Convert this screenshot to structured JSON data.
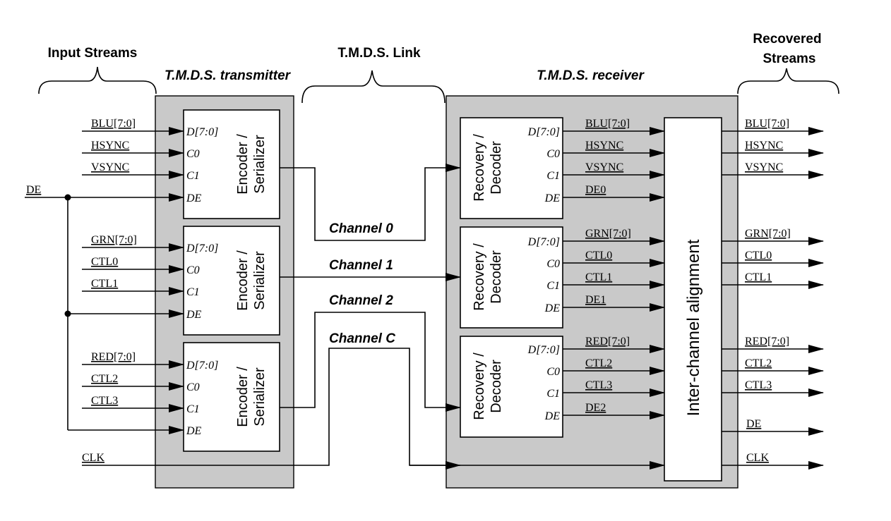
{
  "headers": {
    "input_streams": "Input Streams",
    "transmitter": "T.M.D.S. transmitter",
    "link": "T.M.D.S. Link",
    "receiver": "T.M.D.S. receiver",
    "recovered_line1": "Recovered",
    "recovered_line2": "Streams"
  },
  "tx_blocks": [
    {
      "line1": "Encoder /",
      "line2": "Serializer",
      "ports": [
        "D[7:0]",
        "C0",
        "C1",
        "DE"
      ]
    },
    {
      "line1": "Encoder /",
      "line2": "Serializer",
      "ports": [
        "D[7:0]",
        "C0",
        "C1",
        "DE"
      ]
    },
    {
      "line1": "Encoder /",
      "line2": "Serializer",
      "ports": [
        "D[7:0]",
        "C0",
        "C1",
        "DE"
      ]
    }
  ],
  "rx_blocks": [
    {
      "line1": "Recovery /",
      "line2": "Decoder",
      "ports": [
        "D[7:0]",
        "C0",
        "C1",
        "DE"
      ]
    },
    {
      "line1": "Recovery /",
      "line2": "Decoder",
      "ports": [
        "D[7:0]",
        "C0",
        "C1",
        "DE"
      ]
    },
    {
      "line1": "Recovery /",
      "line2": "Decoder",
      "ports": [
        "D[7:0]",
        "C0",
        "C1",
        "DE"
      ]
    }
  ],
  "input_signals": [
    [
      "BLU[7:0]",
      "HSYNC",
      "VSYNC"
    ],
    [
      "GRN[7:0]",
      "CTL0",
      "CTL1"
    ],
    [
      "RED[7:0]",
      "CTL2",
      "CTL3"
    ]
  ],
  "de_label": "DE",
  "clk_label": "CLK",
  "rx_signals": [
    [
      "BLU[7:0]",
      "HSYNC",
      "VSYNC",
      "DE0"
    ],
    [
      "GRN[7:0]",
      "CTL0",
      "CTL1",
      "DE1"
    ],
    [
      "RED[7:0]",
      "CTL2",
      "CTL3",
      "DE2"
    ]
  ],
  "output_signals": [
    [
      "BLU[7:0]",
      "HSYNC",
      "VSYNC"
    ],
    [
      "GRN[7:0]",
      "CTL0",
      "CTL1"
    ],
    [
      "RED[7:0]",
      "CTL2",
      "CTL3"
    ]
  ],
  "out_de": "DE",
  "out_clk": "CLK",
  "channels": [
    "Channel 0",
    "Channel 1",
    "Channel 2",
    "Channel C"
  ],
  "alignment_label": "Inter-channel alignment"
}
